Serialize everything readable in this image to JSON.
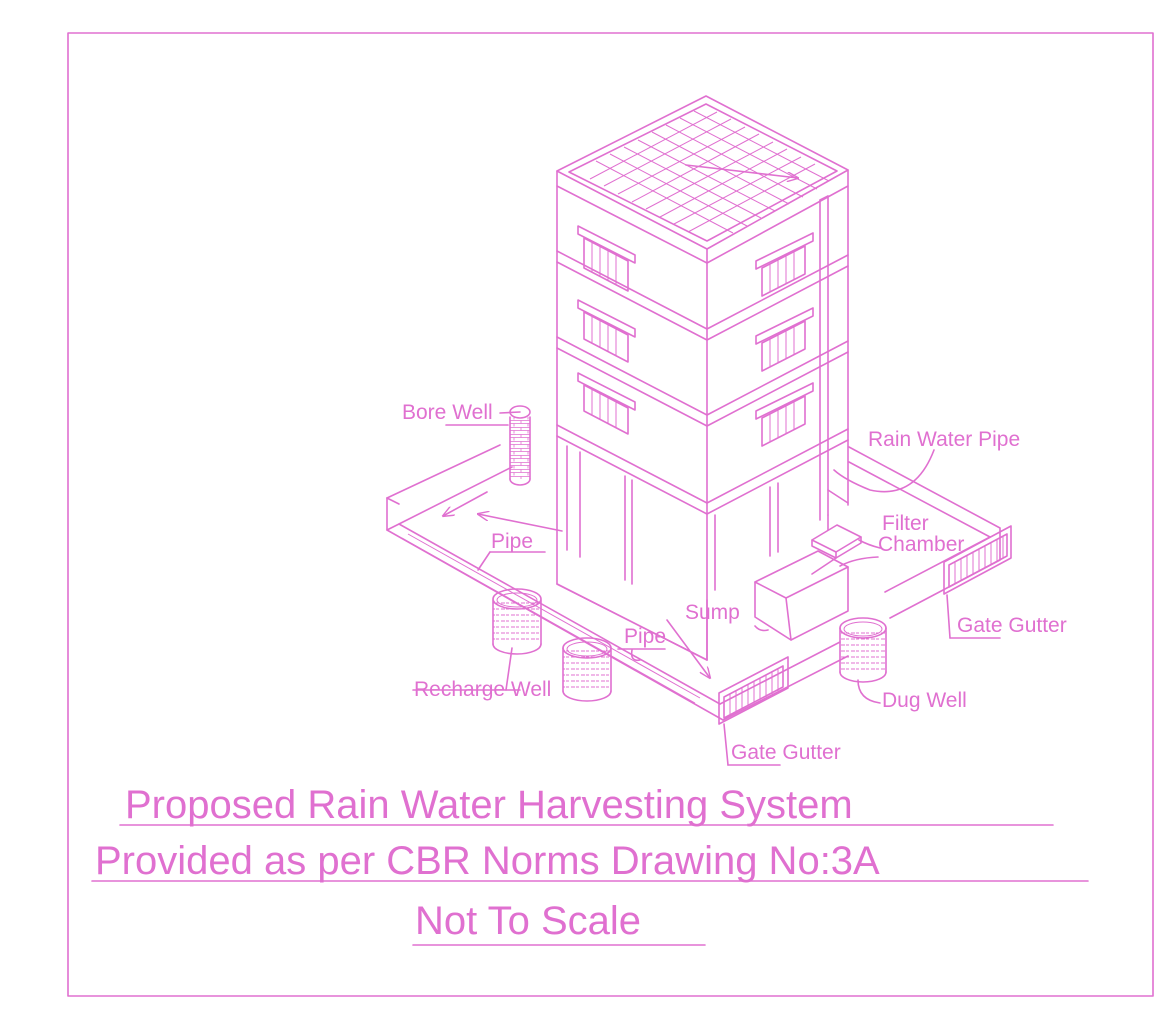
{
  "colors": {
    "line": "#e070d0",
    "background": "#ffffff"
  },
  "labels": {
    "bore_well": "Bore Well",
    "rain_water_pipe": "Rain Water Pipe",
    "filter": "Filter",
    "chamber": "Chamber",
    "pipe_left": "Pipe",
    "pipe_front": "Pipe",
    "sump": "Sump",
    "gate_gutter_right": "Gate Gutter",
    "gate_gutter_front": "Gate Gutter",
    "recharge_well": "Recharge Well",
    "dug_well": "Dug Well"
  },
  "title": {
    "line1": "Proposed Rain Water Harvesting System",
    "line2": "Provided as per CBR Norms Drawing No:3A",
    "line3": "Not To Scale"
  }
}
